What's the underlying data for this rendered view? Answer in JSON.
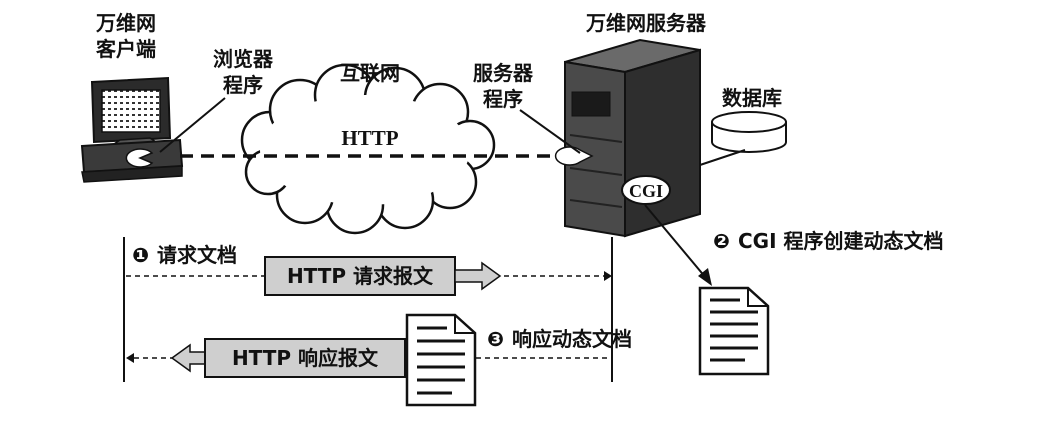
{
  "labels": {
    "client_line1": "万维网",
    "client_line2": "客户端",
    "browser_line1": "浏览器",
    "browser_line2": "程序",
    "internet": "互联网",
    "http": "HTTP",
    "server_title": "万维网服务器",
    "server_prog_line1": "服务器",
    "server_prog_line2": "程序",
    "database": "数据库",
    "cgi": "CGI",
    "step1_num": "❶",
    "step1": "请求文档",
    "request_msg": "HTTP 请求报文",
    "step2_num": "❷",
    "step2": "CGI 程序创建动态文档",
    "step3_num": "❸",
    "step3": "响应动态文档",
    "response_msg": "HTTP 响应报文"
  },
  "colors": {
    "ink": "#111111",
    "message_box": "#cfcfcf",
    "server_body": "#4a4a4a",
    "cloud_fill": "#ffffff"
  }
}
